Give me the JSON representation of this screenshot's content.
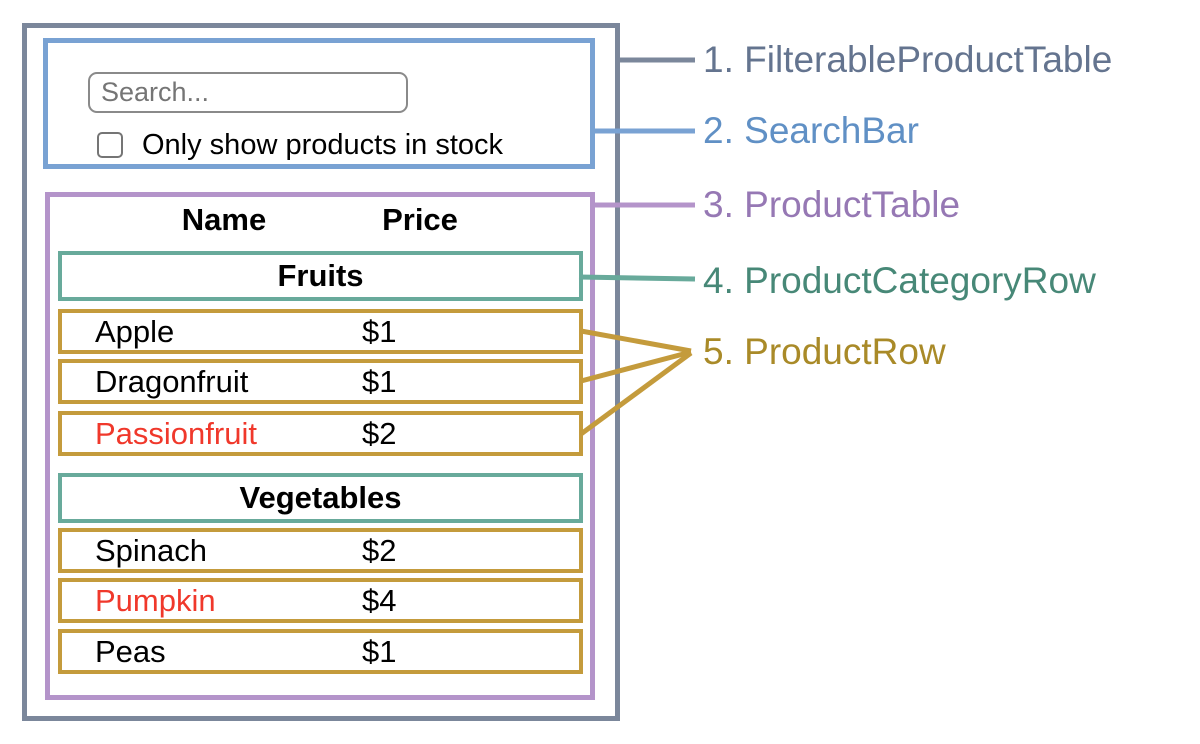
{
  "search_bar": {
    "placeholder": "Search...",
    "checkbox_label": "Only show products in stock",
    "checkbox_checked": false
  },
  "table": {
    "headers": {
      "name": "Name",
      "price": "Price"
    },
    "sections": [
      {
        "category": "Fruits",
        "rows": [
          {
            "name": "Apple",
            "price": "$1",
            "out_of_stock": false
          },
          {
            "name": "Dragonfruit",
            "price": "$1",
            "out_of_stock": false
          },
          {
            "name": "Passionfruit",
            "price": "$2",
            "out_of_stock": true
          }
        ]
      },
      {
        "category": "Vegetables",
        "rows": [
          {
            "name": "Spinach",
            "price": "$2",
            "out_of_stock": false
          },
          {
            "name": "Pumpkin",
            "price": "$4",
            "out_of_stock": true
          },
          {
            "name": "Peas",
            "price": "$1",
            "out_of_stock": false
          }
        ]
      }
    ]
  },
  "labels": [
    {
      "num": "1.",
      "name": "FilterableProductTable",
      "color": "#64748f"
    },
    {
      "num": "2.",
      "name": "SearchBar",
      "color": "#6090c5"
    },
    {
      "num": "3.",
      "name": "ProductTable",
      "color": "#9678b4"
    },
    {
      "num": "4.",
      "name": "ProductCategoryRow",
      "color": "#478877"
    },
    {
      "num": "5.",
      "name": "ProductRow",
      "color": "#a98a28"
    }
  ],
  "colors": {
    "container": "#7b879b",
    "searchbar": "#79a2d3",
    "producttable": "#b494ca",
    "categoryrow": "#68aa9b",
    "productrow": "#c49b3c",
    "outofstock": "#f0382b"
  }
}
